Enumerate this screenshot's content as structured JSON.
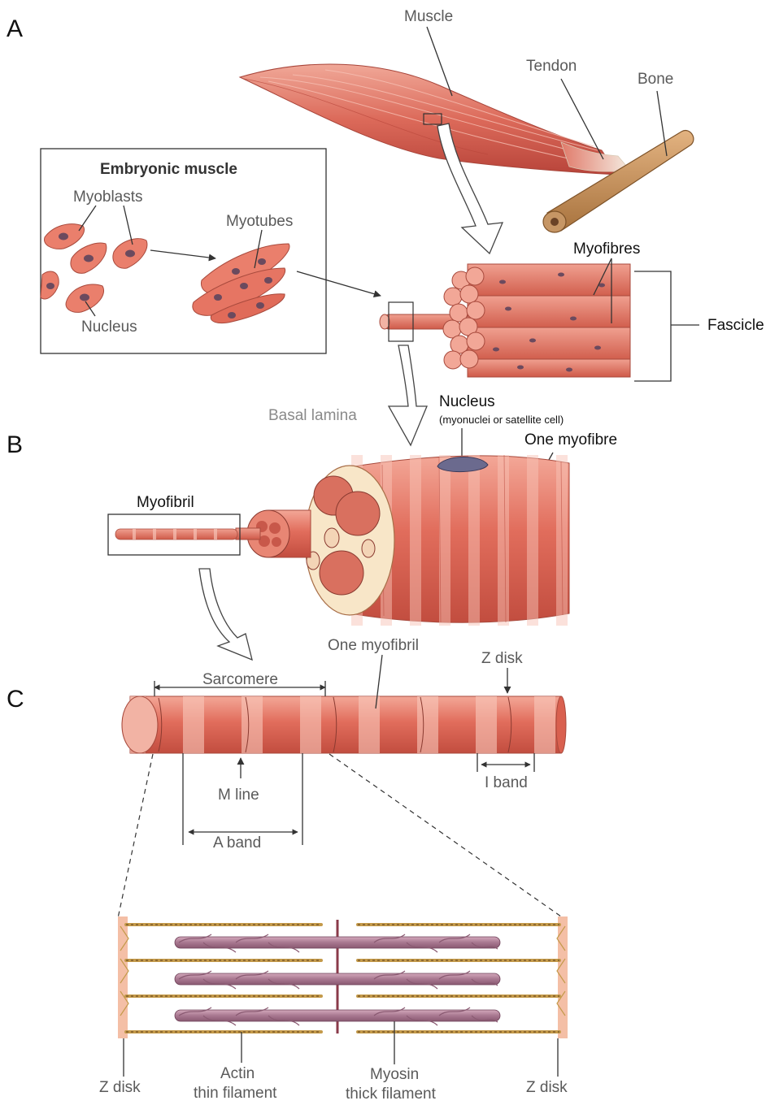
{
  "panels": {
    "a": "A",
    "b": "B",
    "c": "C"
  },
  "labels": {
    "muscle": "Muscle",
    "tendon": "Tendon",
    "bone": "Bone",
    "embryonic_title": "Embryonic muscle",
    "myoblasts": "Myoblasts",
    "myotubes": "Myotubes",
    "nucleus_embryo": "Nucleus",
    "myofibres": "Myofibres",
    "fascicle": "Fascicle",
    "basal_lamina": "Basal lamina",
    "nucleus_b": "Nucleus",
    "nucleus_b_note": "(myonuclei or satellite cell)",
    "one_myofibre": "One myofibre",
    "myofibril": "Myofibril",
    "one_myofibril": "One myofibril",
    "z_disk_top": "Z disk",
    "sarcomere": "Sarcomere",
    "m_line": "M line",
    "a_band": "A band",
    "i_band": "I band",
    "z_disk_left": "Z disk",
    "actin_line1": "Actin",
    "actin_line2": "thin filament",
    "myosin_line1": "Myosin",
    "myosin_line2": "thick filament",
    "z_disk_right": "Z disk"
  },
  "colors": {
    "muscle": "#d9584a",
    "muscle_light": "#f2a394",
    "bone": "#c8915a",
    "nucleus": "#6b4a5e",
    "myosin": "#9b6b82",
    "actin": "#c8a45a",
    "zdisk": "#f2b8a0"
  }
}
